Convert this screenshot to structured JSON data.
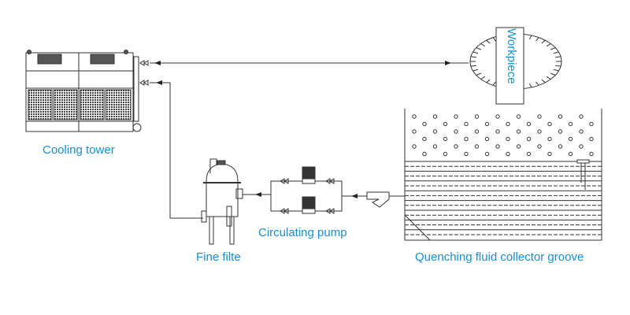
{
  "labels": {
    "cooling_tower": "Cooling tower",
    "workpiece": "Workpiece",
    "fine_filter": "Fine filte",
    "circulating_pump": "Circulating pump",
    "collector_groove": "Quenching fluid collector groove"
  },
  "colors": {
    "label": "#1a8fd0",
    "line": "#333333"
  }
}
